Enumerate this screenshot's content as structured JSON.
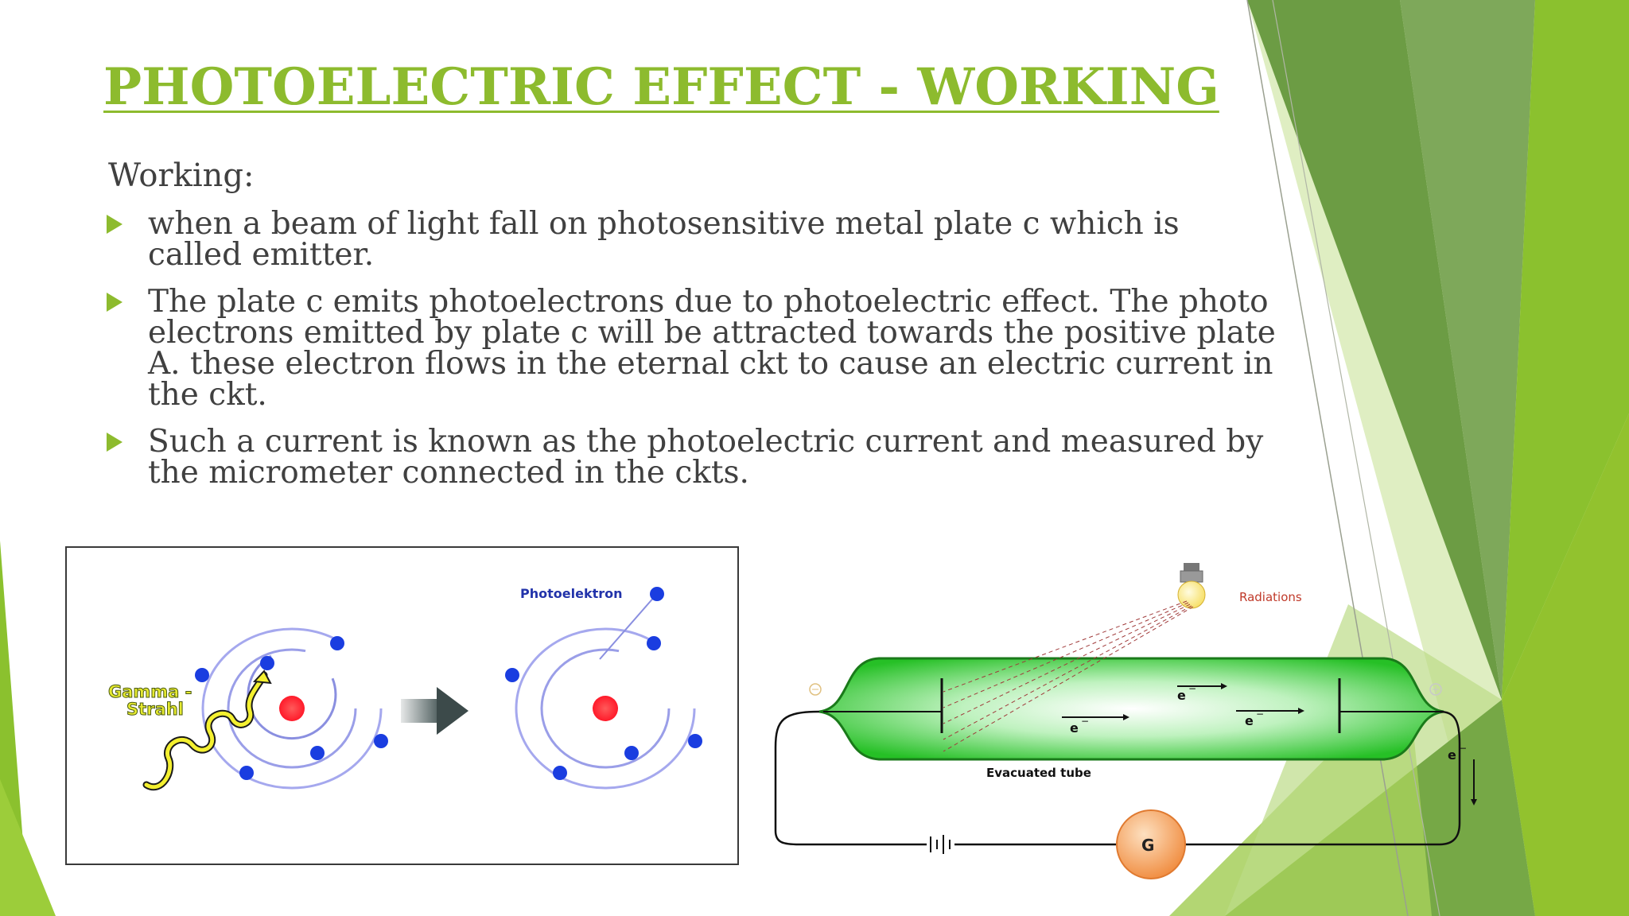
{
  "slide": {
    "title": "PHOTOELECTRIC EFFECT - WORKING",
    "subheading": "Working:",
    "bullets": [
      {
        "text": "when a beam of light fall on photosensitive metal plate c which is called emitter."
      },
      {
        "text": "The plate c emits photoelectrons due to photoelectric effect. The photo electrons emitted by plate c will be attracted towards the positive plate A. these electron flows in the eternal ckt to cause an electric current in the ckt."
      },
      {
        "text": "Such a current is known as the photoelectric current and measured by the micrometer connected in the ckts."
      }
    ]
  },
  "figure_atom": {
    "photoelectron_label": "Photoelektron",
    "gamma_label_line1": "Gamma -",
    "gamma_label_line2": "Strahl"
  },
  "figure_tube": {
    "radiations_label": "Radiations",
    "tube_label": "Evacuated tube",
    "electron_label": "e",
    "galvanometer_label": "G"
  },
  "colors": {
    "accent": "#8dbb2e",
    "text": "#404040",
    "tube_green": "#2fc22f",
    "nucleus": "#ff1a2a",
    "electron": "#1a3de0",
    "galvanometer": "#f08a3c"
  }
}
